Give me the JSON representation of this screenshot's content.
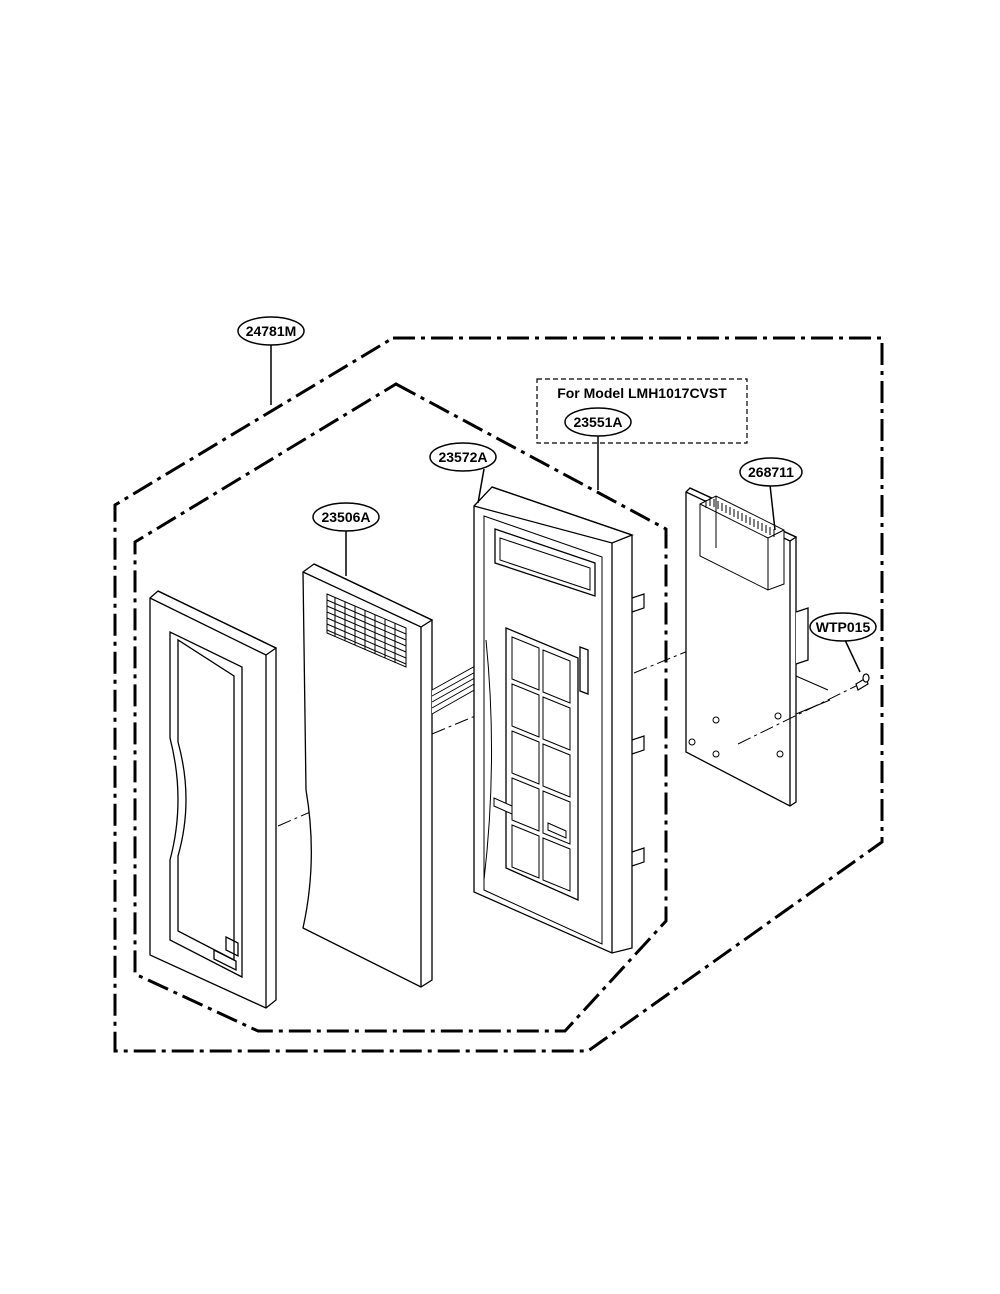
{
  "diagram": {
    "note": {
      "title": "For Model LMH1017CVST",
      "part": "23551A"
    },
    "labels": {
      "assembly": "24781M",
      "sheet": "23506A",
      "frame": "23572A",
      "pcb": "268711",
      "screw": "WTP015"
    }
  }
}
